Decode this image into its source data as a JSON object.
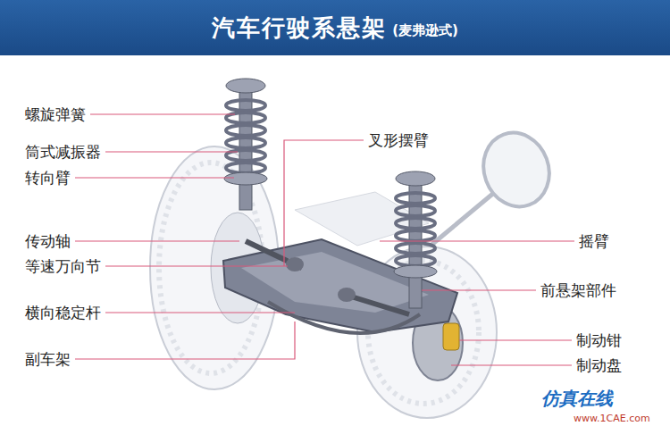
{
  "diagram": {
    "title": "汽车行驶系悬架",
    "labels": [
      "(麦弗逊式)",
      "螺旋弹簧",
      "筒式减振器",
      "叉形摆臂",
      "转向臂",
      "传动轴",
      "摇臂",
      "等速万向节",
      "前悬架部件",
      "横向稳定杆",
      "制动钳",
      "副车架",
      "制动盘",
      "仿真在线",
      "www.1CAE.com"
    ]
  }
}
